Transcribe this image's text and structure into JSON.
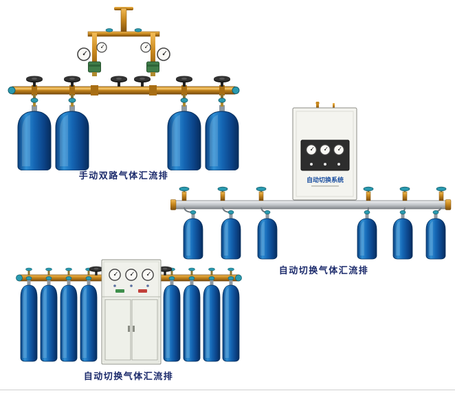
{
  "page": {
    "background": "#ffffff"
  },
  "products": [
    {
      "id": "manual-dual-manifold",
      "caption": "手动双路气体汇流排",
      "cylinder_count": 4
    },
    {
      "id": "auto-switch-wall-manifold",
      "caption": "自动切换气体汇流排",
      "cabinet_label": "自动切换系统",
      "cylinder_count": 6
    },
    {
      "id": "auto-switch-floor-manifold",
      "caption": "自动切换气体汇流排",
      "cylinder_count": 8
    }
  ],
  "colors": {
    "caption_text": "#1b2a6b",
    "brass": "#c8881e",
    "cylinder_blue": "#1566b4",
    "valve_teal": "#2a9ab0",
    "cabinet_body": "#f2f2ec"
  }
}
